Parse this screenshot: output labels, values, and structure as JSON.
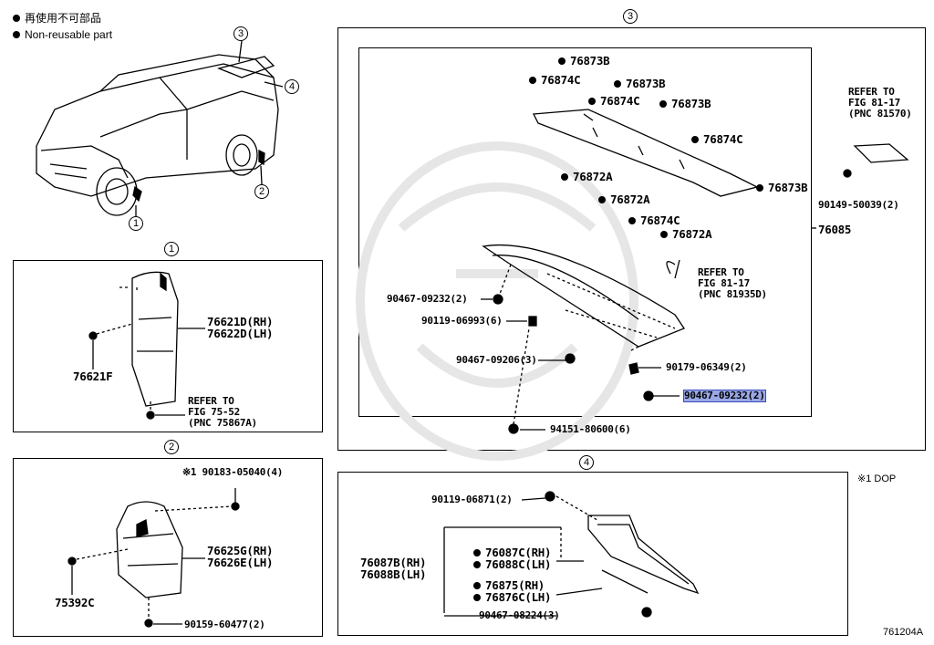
{
  "legend": {
    "item1": "再使用不可部品",
    "item2": "Non-reusable part"
  },
  "note_dop": "※1 DOP",
  "figure_code": "761204A",
  "callouts": {
    "c1": "1",
    "c2": "2",
    "c3": "3",
    "c4": "4"
  },
  "section1": {
    "p76621D": "76621D(RH)",
    "p76622D": "76622D(LH)",
    "p76621F": "76621F",
    "refer1": "REFER TO",
    "refer2": "FIG 75-52",
    "refer3": "(PNC 75867A)"
  },
  "section2": {
    "p90183": "※1 90183-05040(4)",
    "p76625G": "76625G(RH)",
    "p76626E": "76626E(LH)",
    "p75392C": "75392C",
    "p90159": "90159-60477(2)"
  },
  "section3": {
    "p76873B_1": "76873B",
    "p76874C_1": "76874C",
    "p76873B_2": "76873B",
    "p76874C_2": "76874C",
    "p76873B_3": "76873B",
    "p76874C_3": "76874C",
    "p76872A_1": "76872A",
    "p76873B_4": "76873B",
    "p76872A_2": "76872A",
    "p76874C_4": "76874C",
    "p76872A_3": "76872A",
    "p76085": "76085",
    "refer_a1": "REFER TO",
    "refer_a2": "FIG 81-17",
    "refer_a3": "(PNC 81570)",
    "p90149": "90149-50039(2)",
    "refer_b1": "REFER TO",
    "refer_b2": "FIG 81-17",
    "refer_b3": "(PNC 81935D)",
    "p90467_09232a": "90467-09232(2)",
    "p90119_06993": "90119-06993(6)",
    "p90467_09206": "90467-09206(3)",
    "p90179": "90179-06349(2)",
    "p90467_09232b": "90467-09232(2)",
    "p94151": "94151-80600(6)"
  },
  "section4": {
    "p90119_06871": "90119-06871(2)",
    "p76087B": "76087B(RH)",
    "p76088B": "76088B(LH)",
    "p76087C": "76087C(RH)",
    "p76088C": "76088C(LH)",
    "p76875": "76875(RH)",
    "p76876C": "76876C(LH)",
    "p90467_08224": "90467-08224(3)"
  }
}
